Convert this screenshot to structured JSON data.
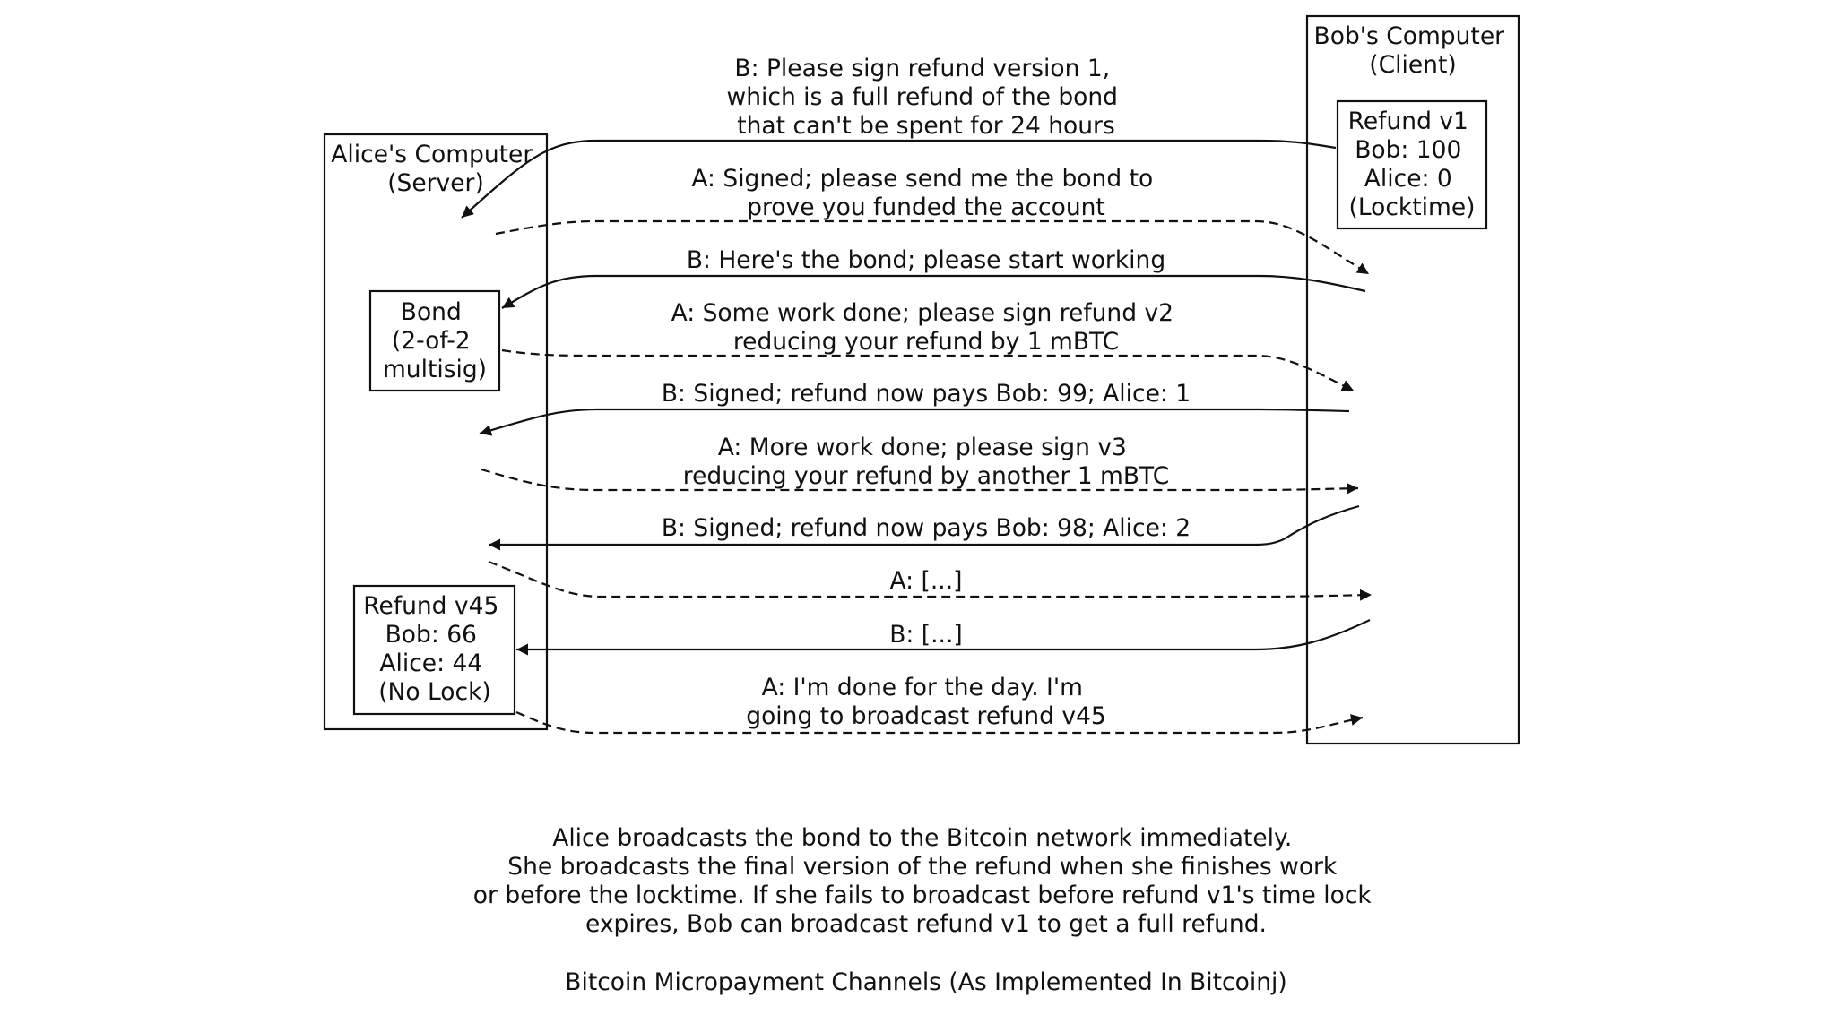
{
  "alice_panel": {
    "title": [
      "Alice's Computer",
      "(Server)"
    ]
  },
  "bob_panel": {
    "title": [
      "Bob's Computer",
      "(Client)"
    ]
  },
  "boxes": {
    "refund_v1": [
      "Refund v1",
      "Bob: 100",
      "Alice: 0",
      "(Locktime)"
    ],
    "bond": [
      "Bond",
      "(2-of-2",
      "multisig)"
    ],
    "refund_v45": [
      "Refund v45",
      "Bob: 66",
      "Alice: 44",
      "(No Lock)"
    ]
  },
  "messages": [
    {
      "from": "B",
      "lines": [
        "B: Please sign refund version 1,",
        "which is a full refund of the bond",
        "that can't be spent for 24 hours"
      ]
    },
    {
      "from": "A",
      "lines": [
        "A: Signed; please send me the bond to",
        "prove you funded the account"
      ]
    },
    {
      "from": "B",
      "lines": [
        "B: Here's the bond; please start working"
      ]
    },
    {
      "from": "A",
      "lines": [
        "A: Some work done; please sign refund v2",
        "reducing your refund by 1 mBTC"
      ]
    },
    {
      "from": "B",
      "lines": [
        "B: Signed; refund now pays Bob: 99; Alice: 1"
      ]
    },
    {
      "from": "A",
      "lines": [
        "A: More work done; please sign v3",
        "reducing your refund by another 1 mBTC"
      ]
    },
    {
      "from": "B",
      "lines": [
        "B: Signed; refund now pays Bob: 98; Alice: 2"
      ]
    },
    {
      "from": "A",
      "lines": [
        "A: [...]"
      ]
    },
    {
      "from": "B",
      "lines": [
        "B: [...]"
      ]
    },
    {
      "from": "A",
      "lines": [
        "A: I'm done for the day.  I'm",
        "going to broadcast refund v45"
      ]
    }
  ],
  "caption": {
    "lines": [
      "Alice broadcasts the bond to the Bitcoin network immediately.",
      "She broadcasts the final version of the refund when she finishes work",
      "or before the locktime.  If she fails to broadcast before refund v1's time lock",
      "expires, Bob can broadcast refund v1 to get a full refund."
    ],
    "title": "Bitcoin Micropayment Channels (As Implemented In Bitcoinj)"
  }
}
